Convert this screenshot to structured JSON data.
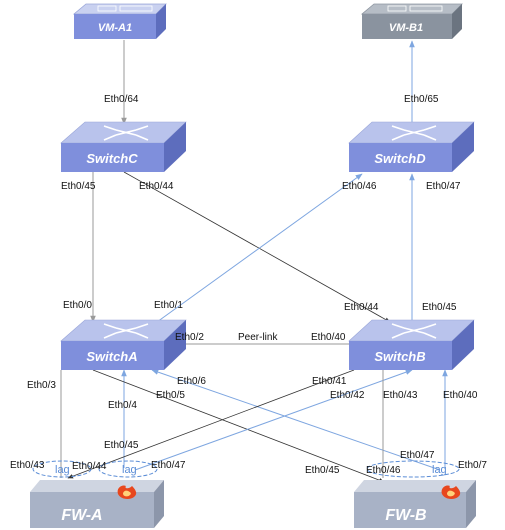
{
  "colors": {
    "gray_link": "#9a9a9a",
    "blue_link": "#7ea6e0",
    "dark_link": "#333333",
    "switch_top": "#b9c3ec",
    "switch_front": "#7f8fdc",
    "switch_side": "#5d6dbd",
    "fw_front": "#a8b2c6",
    "fw_top": "#cfd5e1",
    "fw_side": "#8c96aa",
    "fire": "#e8471d",
    "lag": "#5b8dd6"
  },
  "devices": {
    "vm_a1": {
      "label": "VM-A1",
      "icon": "server-icon"
    },
    "vm_b1": {
      "label": "VM-B1",
      "icon": "server-icon"
    },
    "switch_c": {
      "label": "SwitchC",
      "icon": "switch-icon"
    },
    "switch_d": {
      "label": "SwitchD",
      "icon": "switch-icon"
    },
    "switch_a": {
      "label": "SwitchA",
      "icon": "switch-icon"
    },
    "switch_b": {
      "label": "SwitchB",
      "icon": "switch-icon"
    },
    "fw_a": {
      "label": "FW-A",
      "icon": "firewall-icon"
    },
    "fw_b": {
      "label": "FW-B",
      "icon": "firewall-icon"
    }
  },
  "ports": {
    "vm_a1_up": "Eth0/64",
    "vm_b1_up": "Eth0/65",
    "c_45": "Eth0/45",
    "c_44": "Eth0/44",
    "d_46": "Eth0/46",
    "d_47": "Eth0/47",
    "a_0": "Eth0/0",
    "a_1": "Eth0/1",
    "a_2": "Eth0/2",
    "a_3": "Eth0/3",
    "a_4": "Eth0/4",
    "a_5": "Eth0/5",
    "a_6": "Eth0/6",
    "a_45": "Eth0/45",
    "b_44": "Eth0/44",
    "b_45": "Eth0/45",
    "b_40": "Eth0/40",
    "b_41": "Eth0/41",
    "b_42": "Eth0/42",
    "b_43": "Eth0/43",
    "b_40b": "Eth0/40",
    "b_47": "Eth0/47",
    "fwa_43": "Eth0/43",
    "fwa_44": "Eth0/44",
    "fwa_47": "Eth0/47",
    "fwb_45": "Eth0/45",
    "fwb_46": "Eth0/46",
    "fwb_7": "Eth0/7"
  },
  "peer_link": "Peer-link",
  "lag": {
    "a1": "lag",
    "a2": "lag",
    "b": "lag"
  }
}
